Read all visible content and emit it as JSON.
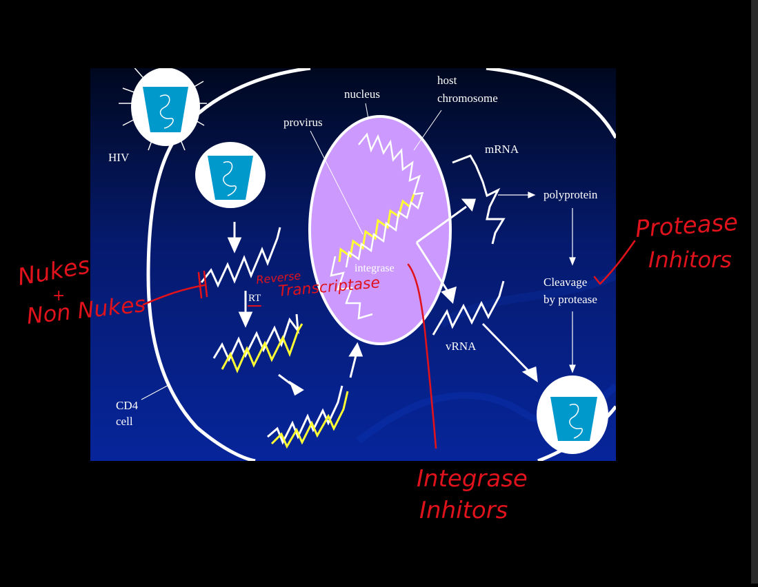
{
  "slide": {
    "labels": {
      "hiv": "HIV",
      "nucleus": "nucleus",
      "host_chromosome_line1": "host",
      "host_chromosome_line2": "chromosome",
      "provirus": "provirus",
      "mrna": "mRNA",
      "polyprotein": "polyprotein",
      "integrase": "integrase",
      "rt": "RT",
      "cleavage_line1": "Cleavage",
      "cleavage_line2": "by protease",
      "vrna": "vRNA",
      "cd4_line1": "CD4",
      "cd4_line2": "cell"
    },
    "colors": {
      "background_top": "#00081f",
      "background_bottom": "#07259a",
      "nucleus_fill": "#cc99ff",
      "virion_capsid": "#0099cc",
      "rna_strand": "#ffffff",
      "dna_strand": "#ffff33"
    }
  },
  "annotations": {
    "nukes_line1": "Nukes",
    "nukes_line2": "+",
    "nukes_line3": "Non Nukes",
    "reverse_transcriptase_line1": "Reverse",
    "reverse_transcriptase_line2": "Transcriptase",
    "protease_line1": "Protease",
    "protease_line2": "Inhitors",
    "integrase_line1": "Integrase",
    "integrase_line2": "Inhitors",
    "ink_color": "#e0121b"
  }
}
